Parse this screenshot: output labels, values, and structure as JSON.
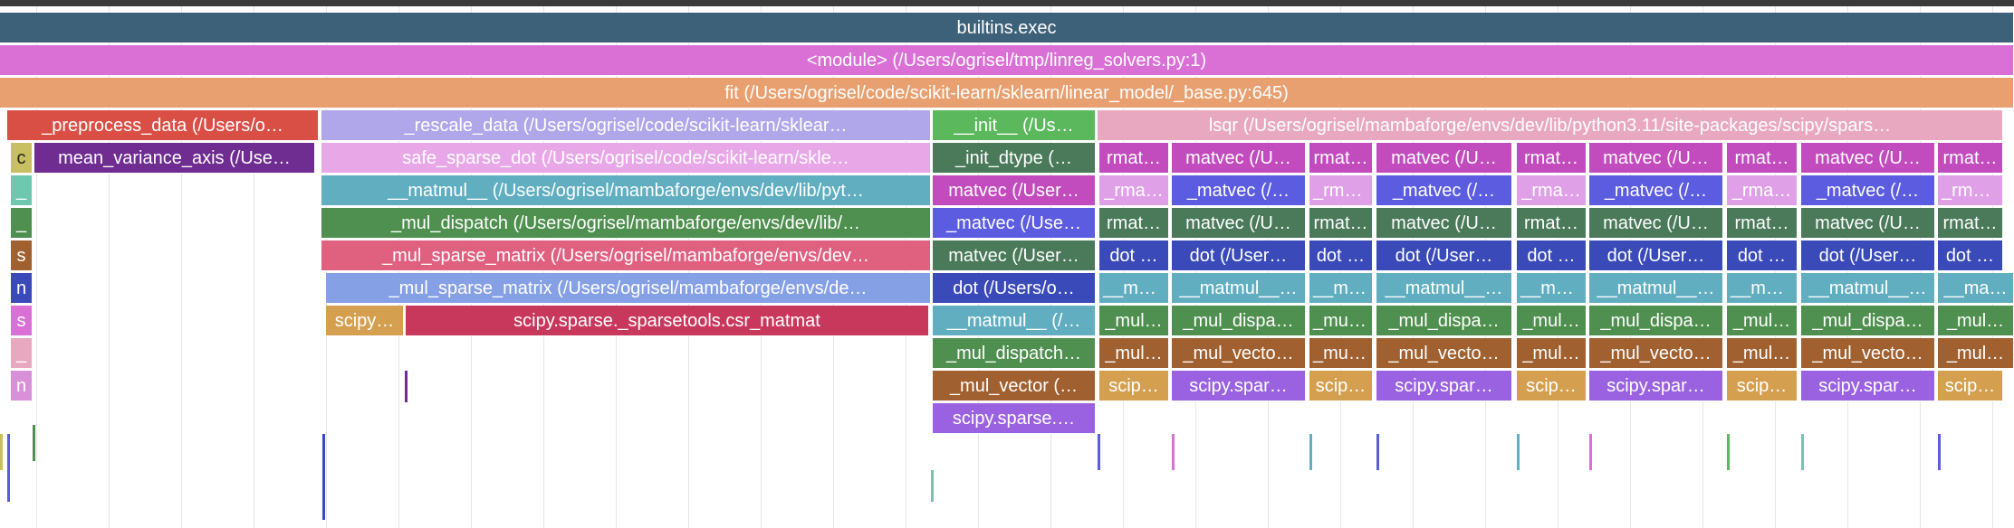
{
  "colors": {
    "slate": "#3d6179",
    "magenta": "#da70d6",
    "salmon": "#e8a070",
    "red": "#d94f45",
    "lavender": "#b0a6ea",
    "green": "#5cb85c",
    "pink": "#e8a8c0",
    "purple": "#6f2c91",
    "lightpink": "#e8a8e8",
    "olive": "#4a7a5a",
    "teal": "#60aec0",
    "violet": "#c24cbe",
    "darkgreen": "#4f8f4f",
    "blue": "#5b5ce0",
    "rose": "#e06080",
    "navy": "#3a4ab8",
    "steel": "#86a0e6",
    "mint": "#5ab0a8",
    "crimson": "#c8385c",
    "tan": "#d4a050",
    "brown": "#a06030",
    "lilac": "#9a62e0",
    "yellow": "#c8c060",
    "aqua": "#6ec8b0",
    "mauve": "#d890d8",
    "orchid": "#e0a0e8"
  },
  "frames": [
    {
      "text": "builtins.exec",
      "c": "slate",
      "full": "builtins.exec"
    },
    {
      "text": "<module> (/Users/ogrisel/tmp/linreg_solvers.py:1)",
      "c": "magenta"
    },
    {
      "text": "fit (/Users/ogrisel/code/scikit-learn/sklearn/linear_model/_base.py:645)",
      "c": "salmon"
    },
    {
      "text": "_preprocess_data (/Users/o…",
      "c": "red"
    },
    {
      "text": "_rescale_data (/Users/ogrisel/code/scikit-learn/sklear…",
      "c": "lavender"
    },
    {
      "text": "__init__ (/Us…",
      "c": "green"
    },
    {
      "text": "lsqr (/Users/ogrisel/mambaforge/envs/dev/lib/python3.11/site-packages/scipy/spars…",
      "c": "pink"
    },
    {
      "text": "c",
      "c": "yellow"
    },
    {
      "text": "mean_variance_axis (/Use…",
      "c": "purple"
    },
    {
      "text": "safe_sparse_dot (/Users/ogrisel/code/scikit-learn/skle…",
      "c": "lightpink"
    },
    {
      "text": "_init_dtype (…",
      "c": "olive"
    },
    {
      "text": "rmat…",
      "c": "violet"
    },
    {
      "text": "matvec (/U…",
      "c": "violet"
    },
    {
      "text": "rmat…",
      "c": "violet"
    },
    {
      "text": "matvec (/U…",
      "c": "violet"
    },
    {
      "text": "rmat…",
      "c": "violet"
    },
    {
      "text": "matvec (/U…",
      "c": "violet"
    },
    {
      "text": "rmat…",
      "c": "violet"
    },
    {
      "text": "matvec (/U…",
      "c": "violet"
    },
    {
      "text": "rmat…",
      "c": "violet"
    },
    {
      "text": "_",
      "c": "aqua"
    },
    {
      "text": "__matmul__ (/Users/ogrisel/mambaforge/envs/dev/lib/pyt…",
      "c": "teal"
    },
    {
      "text": "matvec (/User…",
      "c": "violet"
    },
    {
      "text": "_rma…",
      "c": "orchid"
    },
    {
      "text": "_matvec (/…",
      "c": "blue"
    },
    {
      "text": "_rma…",
      "c": "orchid"
    },
    {
      "text": "_matvec (/…",
      "c": "blue"
    },
    {
      "text": "_rma…",
      "c": "orchid"
    },
    {
      "text": "_matvec (/…",
      "c": "blue"
    },
    {
      "text": "_rma…",
      "c": "orchid"
    },
    {
      "text": "_matvec (/…",
      "c": "blue"
    },
    {
      "text": "_rma…",
      "c": "orchid"
    },
    {
      "text": "_",
      "c": "darkgreen"
    },
    {
      "text": "_mul_dispatch (/Users/ogrisel/mambaforge/envs/dev/lib/…",
      "c": "darkgreen"
    },
    {
      "text": "_matvec (/Use…",
      "c": "blue"
    },
    {
      "text": "rmat…",
      "c": "olive"
    },
    {
      "text": "matvec (/U…",
      "c": "olive"
    },
    {
      "text": "rmat…",
      "c": "olive"
    },
    {
      "text": "matvec (/U…",
      "c": "olive"
    },
    {
      "text": "rmat…",
      "c": "olive"
    },
    {
      "text": "matvec (/U…",
      "c": "olive"
    },
    {
      "text": "rmat…",
      "c": "olive"
    },
    {
      "text": "matvec (/U…",
      "c": "olive"
    },
    {
      "text": "rmat…",
      "c": "olive"
    },
    {
      "text": "s",
      "c": "brown"
    },
    {
      "text": "_mul_sparse_matrix (/Users/ogrisel/mambaforge/envs/dev…",
      "c": "rose"
    },
    {
      "text": "matvec (/User…",
      "c": "olive"
    },
    {
      "text": "dot …",
      "c": "navy"
    },
    {
      "text": "dot (/User…",
      "c": "navy"
    },
    {
      "text": "dot …",
      "c": "navy"
    },
    {
      "text": "dot (/User…",
      "c": "navy"
    },
    {
      "text": "dot …",
      "c": "navy"
    },
    {
      "text": "dot (/User…",
      "c": "navy"
    },
    {
      "text": "dot …",
      "c": "navy"
    },
    {
      "text": "dot (/User…",
      "c": "navy"
    },
    {
      "text": "dot …",
      "c": "navy"
    },
    {
      "text": "n",
      "c": "navy"
    },
    {
      "text": "_mul_sparse_matrix (/Users/ogrisel/mambaforge/envs/de…",
      "c": "steel"
    },
    {
      "text": "dot (/Users/o…",
      "c": "navy"
    },
    {
      "text": "__ma…",
      "c": "teal"
    },
    {
      "text": "__matmul__…",
      "c": "teal"
    },
    {
      "text": "__ma…",
      "c": "teal"
    },
    {
      "text": "__matmul__…",
      "c": "teal"
    },
    {
      "text": "__ma…",
      "c": "teal"
    },
    {
      "text": "__matmul__…",
      "c": "teal"
    },
    {
      "text": "__ma…",
      "c": "teal"
    },
    {
      "text": "__matmul__…",
      "c": "teal"
    },
    {
      "text": "__ma…",
      "c": "teal"
    },
    {
      "text": "s",
      "c": "magenta"
    },
    {
      "text": "scipy…",
      "c": "tan"
    },
    {
      "text": "scipy.sparse._sparsetools.csr_matmat",
      "c": "crimson"
    },
    {
      "text": "__matmul__ (/…",
      "c": "teal"
    },
    {
      "text": "_mul…",
      "c": "darkgreen"
    },
    {
      "text": "_mul_dispa…",
      "c": "darkgreen"
    },
    {
      "text": "_mul…",
      "c": "darkgreen"
    },
    {
      "text": "_mul_dispa…",
      "c": "darkgreen"
    },
    {
      "text": "_mul…",
      "c": "darkgreen"
    },
    {
      "text": "_mul_dispa…",
      "c": "darkgreen"
    },
    {
      "text": "_mul…",
      "c": "darkgreen"
    },
    {
      "text": "_mul_dispa…",
      "c": "darkgreen"
    },
    {
      "text": "_mul…",
      "c": "darkgreen"
    },
    {
      "text": "_",
      "c": "pink"
    },
    {
      "text": "_mul_dispatch…",
      "c": "darkgreen"
    },
    {
      "text": "_mul…",
      "c": "brown"
    },
    {
      "text": "_mul_vecto…",
      "c": "brown"
    },
    {
      "text": "_mul…",
      "c": "brown"
    },
    {
      "text": "_mul_vecto…",
      "c": "brown"
    },
    {
      "text": "_mul…",
      "c": "brown"
    },
    {
      "text": "_mul_vecto…",
      "c": "brown"
    },
    {
      "text": "_mul…",
      "c": "brown"
    },
    {
      "text": "_mul_vecto…",
      "c": "brown"
    },
    {
      "text": "_mul…",
      "c": "brown"
    },
    {
      "text": "n",
      "c": "mauve"
    },
    {
      "text": "_mul_vector (…",
      "c": "brown"
    },
    {
      "text": "scip…",
      "c": "tan"
    },
    {
      "text": "scipy.spar…",
      "c": "lilac"
    },
    {
      "text": "scip…",
      "c": "tan"
    },
    {
      "text": "scipy.spar…",
      "c": "lilac"
    },
    {
      "text": "scip…",
      "c": "tan"
    },
    {
      "text": "scipy.spar…",
      "c": "lilac"
    },
    {
      "text": "scip…",
      "c": "tan"
    },
    {
      "text": "scipy.spar…",
      "c": "lilac"
    },
    {
      "text": "scip…",
      "c": "tan"
    },
    {
      "text": "scipy.sparse.…",
      "c": "lilac"
    }
  ]
}
